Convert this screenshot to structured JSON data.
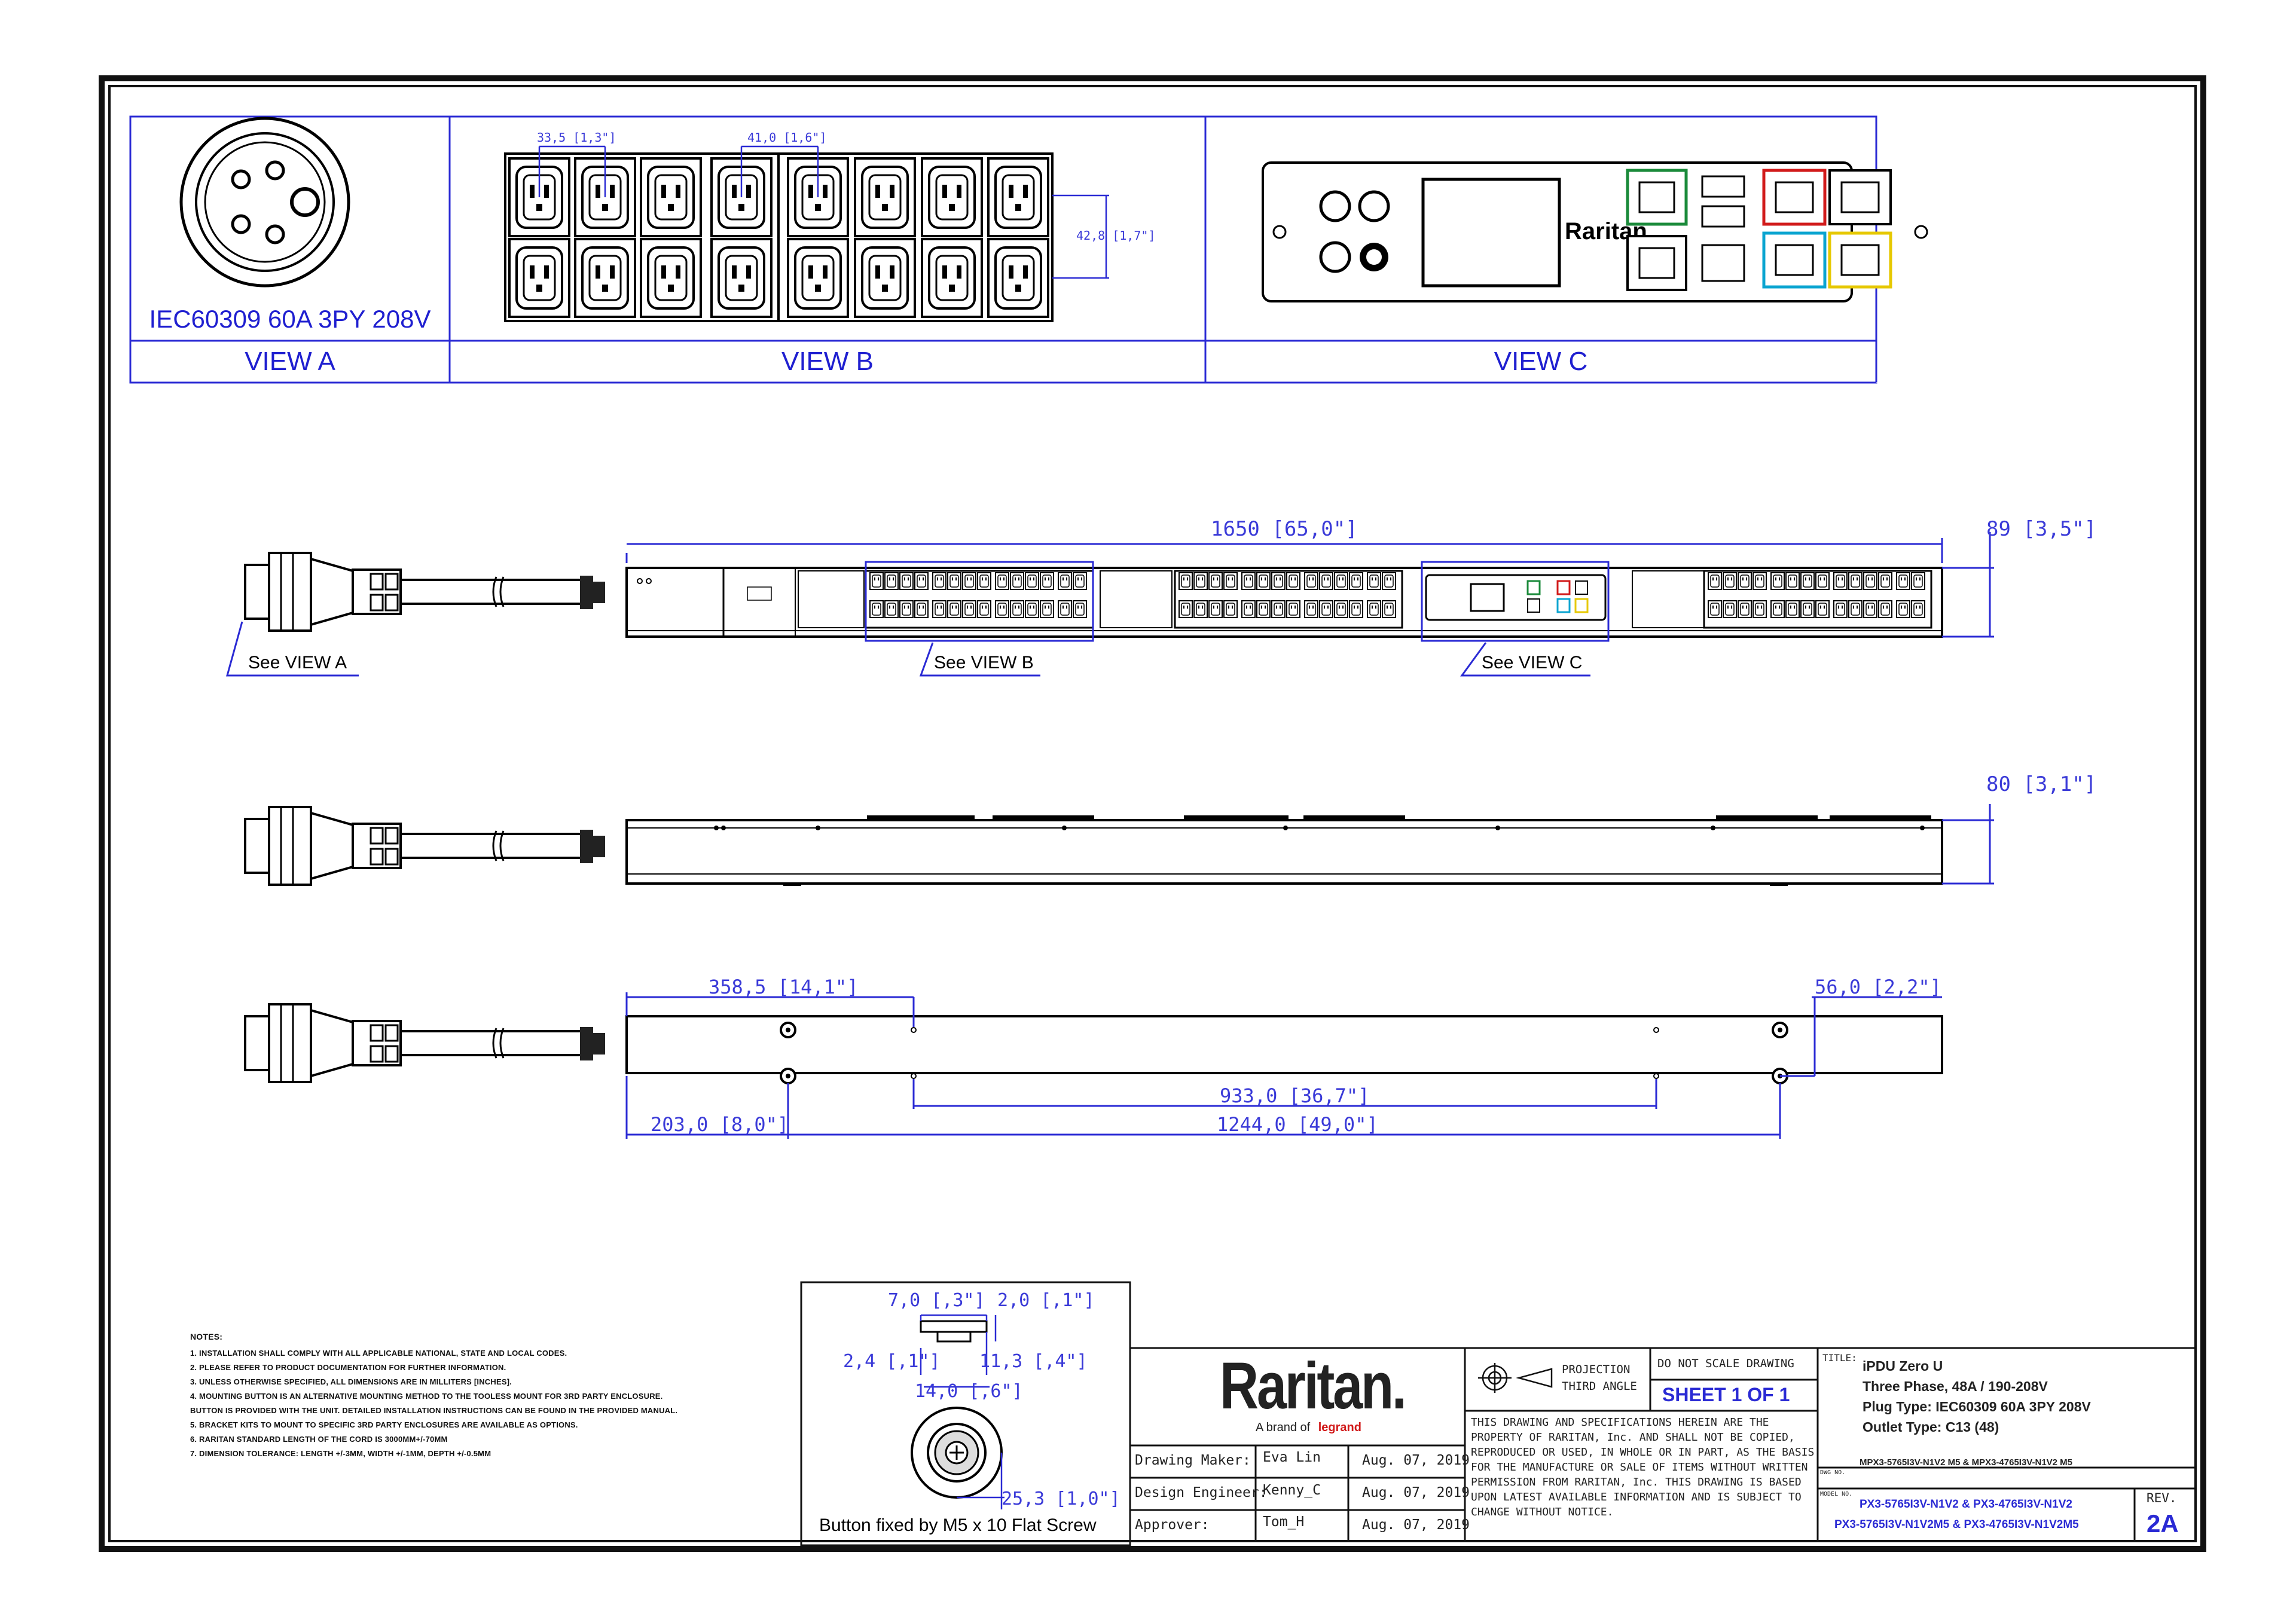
{
  "views": {
    "view_a_label": "VIEW A",
    "view_b_label": "VIEW B",
    "view_c_label": "VIEW C",
    "view_a_caption": "IEC60309 60A 3PY 208V"
  },
  "view_b_dims": {
    "pitch_x": "33,5 [1,3\"]",
    "group_x": "41,0 [1,6\"]",
    "pitch_y": "42,8 [1,7\"]"
  },
  "front_view": {
    "length": "1650 [65,0\"]",
    "width": "89 [3,5\"]",
    "see_a": "See VIEW A",
    "see_b": "See VIEW B",
    "see_c": "See VIEW C"
  },
  "side_view": {
    "depth": "80 [3,1\"]"
  },
  "back_view": {
    "dim_358": "358,5 [14,1\"]",
    "dim_56": "56,0 [2,2\"]",
    "dim_933": "933,0 [36,7\"]",
    "dim_203": "203,0 [8,0\"]",
    "dim_1244": "1244,0 [49,0\"]"
  },
  "button_detail": {
    "dim_7": "7,0 [,3\"]",
    "dim_2": "2,0 [,1\"]",
    "dim_24": "2,4 [,1\"]",
    "dim_113": "11,3 [,4\"]",
    "dim_14": "14,0 [,6\"]",
    "dim_253": "25,3 [1,0\"]",
    "caption": "Button fixed by M5 x 10 Flat Screw"
  },
  "notes": {
    "heading": "NOTES:",
    "items": [
      "1. INSTALLATION SHALL COMPLY WITH ALL APPLICABLE NATIONAL, STATE AND LOCAL CODES.",
      "2. PLEASE REFER TO PRODUCT DOCUMENTATION FOR FURTHER INFORMATION.",
      "3. UNLESS OTHERWISE SPECIFIED, ALL DIMENSIONS ARE IN MILLITERS [INCHES].",
      "4. MOUNTING BUTTON IS AN ALTERNATIVE MOUNTING METHOD TO THE TOOLESS MOUNT FOR 3RD PARTY ENCLOSURE.",
      "   BUTTON IS PROVIDED WITH THE UNIT. DETAILED INSTALLATION INSTRUCTIONS CAN BE FOUND IN THE PROVIDED MANUAL.",
      "5. BRACKET KITS TO MOUNT TO SPECIFIC 3RD PARTY ENCLOSURES ARE AVAILABLE AS OPTIONS.",
      "6. RARITAN STANDARD LENGTH OF THE CORD IS 3000MM+/-70MM",
      "7. DIMENSION TOLERANCE: LENGTH +/-3MM, WIDTH +/-1MM, DEPTH +/-0.5MM"
    ]
  },
  "title_block": {
    "brand": "Raritan.",
    "brand_sub": "A brand of",
    "brand_parent": "legrand",
    "drawing_maker_label": "Drawing Maker:",
    "drawing_maker": "Eva Lin",
    "drawing_maker_date": "Aug. 07, 2019",
    "design_engineer_label": "Design Engineer:",
    "design_engineer": "Kenny_C",
    "design_engineer_date": "Aug. 07, 2019",
    "approver_label": "Approver:",
    "approver": "Tom_H",
    "approver_date": "Aug. 07, 2019",
    "projection": "PROJECTION",
    "angle": "THIRD ANGLE",
    "do_not_scale": "DO NOT SCALE DRAWING",
    "sheet": "SHEET 1 OF 1",
    "disclaimer": "THIS DRAWING AND SPECIFICATIONS HEREIN ARE THE PROPERTY OF RARITAN, Inc. AND SHALL NOT BE COPIED, REPRODUCED OR USED, IN WHOLE OR IN PART, AS THE BASIS FOR THE MANUFACTURE OR SALE OF ITEMS WITHOUT WRITTEN PERMISSION FROM RARITAN, Inc. THIS DRAWING IS BASED UPON LATEST AVAILABLE INFORMATION AND IS SUBJECT TO CHANGE WITHOUT NOTICE.",
    "title_label": "TITLE:",
    "title_1": "iPDU Zero U",
    "title_2": "Three Phase, 48A / 190-208V",
    "title_3": "Plug Type: IEC60309 60A 3PY 208V",
    "title_4": "Outlet Type: C13 (48)",
    "dwg_label": "DWG NO.",
    "dwg_no": "MPX3-5765I3V-N1V2 M5 & MPX3-4765I3V-N1V2 M5",
    "model_label": "MODEL NO.",
    "model_1": "PX3-5765I3V-N1V2 & PX3-4765I3V-N1V2",
    "model_2": "PX3-5765I3V-N1V2M5 & PX3-4765I3V-N1V2M5",
    "rev_label": "REV.",
    "rev": "2A"
  },
  "colors": {
    "frame": "#111111",
    "accent": "#2a2ad4",
    "brand_red": "#d11a1a"
  }
}
